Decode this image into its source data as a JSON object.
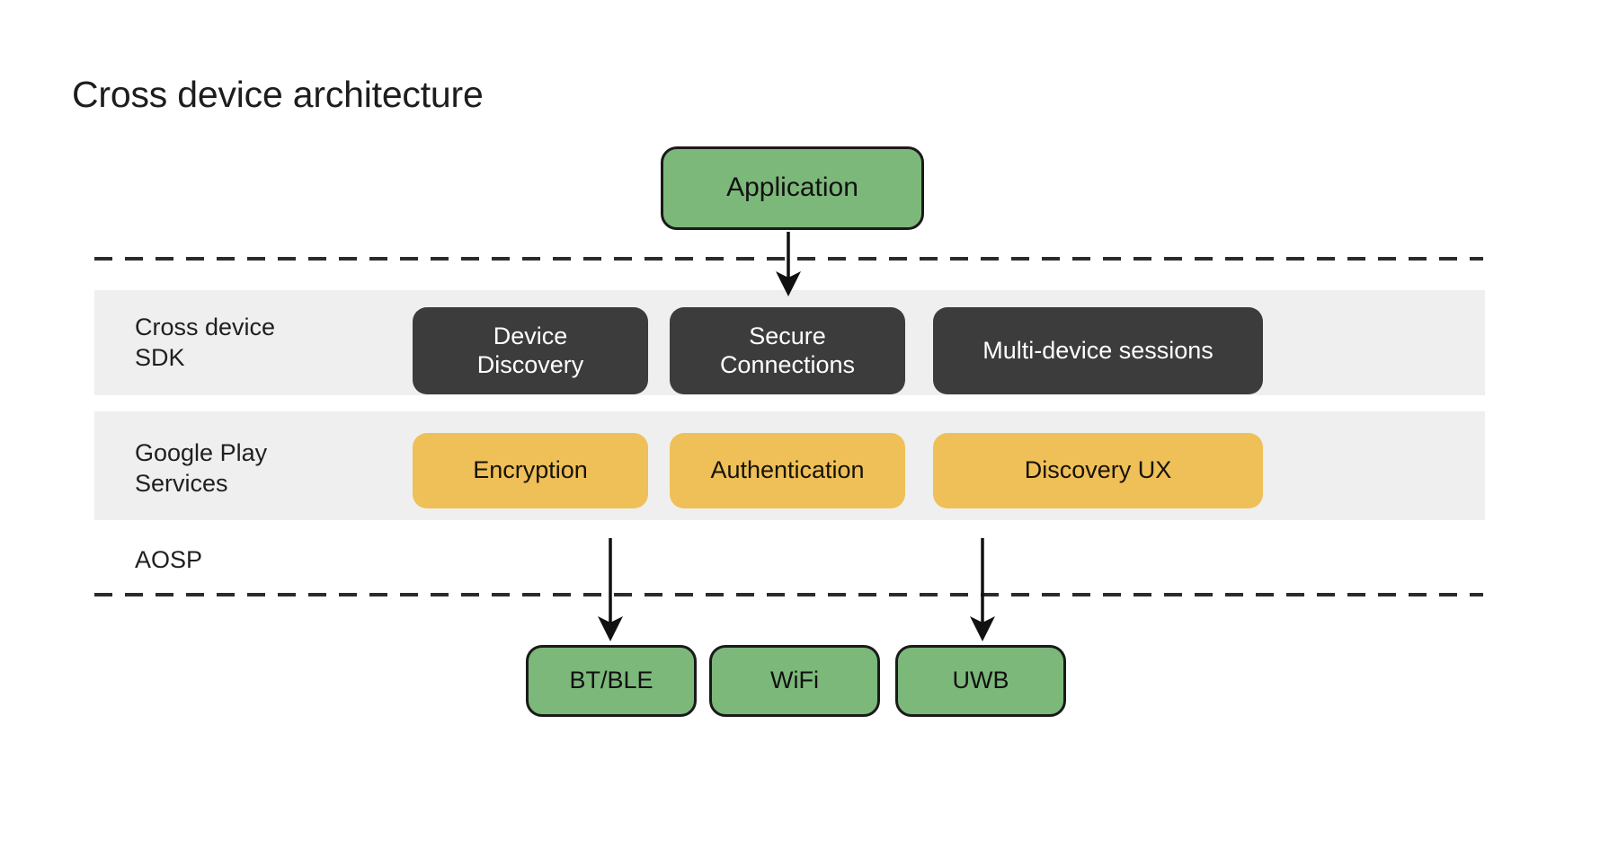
{
  "title": "Cross device architecture",
  "colors": {
    "green": "#7CB87A",
    "dark": "#3C3C3C",
    "amber": "#EFC058",
    "band": "#EFEFEF",
    "stroke": "#1A1A1A",
    "background": "#FFFFFF"
  },
  "application": {
    "label": "Application"
  },
  "layers": [
    {
      "id": "cross-device-sdk",
      "label": "Cross device\nSDK",
      "style": "dark",
      "items": [
        {
          "label": "Device\nDiscovery"
        },
        {
          "label": "Secure\nConnections"
        },
        {
          "label": "Multi-device sessions"
        }
      ]
    },
    {
      "id": "google-play-services",
      "label": "Google Play\nServices",
      "style": "amber",
      "items": [
        {
          "label": "Encryption"
        },
        {
          "label": "Authentication"
        },
        {
          "label": "Discovery UX"
        }
      ]
    }
  ],
  "aosp": {
    "label": "AOSP"
  },
  "transports": [
    {
      "label": "BT/BLE"
    },
    {
      "label": "WiFi"
    },
    {
      "label": "UWB"
    }
  ],
  "connections": [
    {
      "from": "Application",
      "to": "Secure Connections"
    },
    {
      "from": "Encryption",
      "to": "BT/BLE"
    },
    {
      "from": "Discovery UX",
      "to": "UWB"
    }
  ],
  "dividers": [
    {
      "name": "upper-boundary",
      "style": "dashed"
    },
    {
      "name": "lower-boundary",
      "style": "dashed"
    }
  ]
}
